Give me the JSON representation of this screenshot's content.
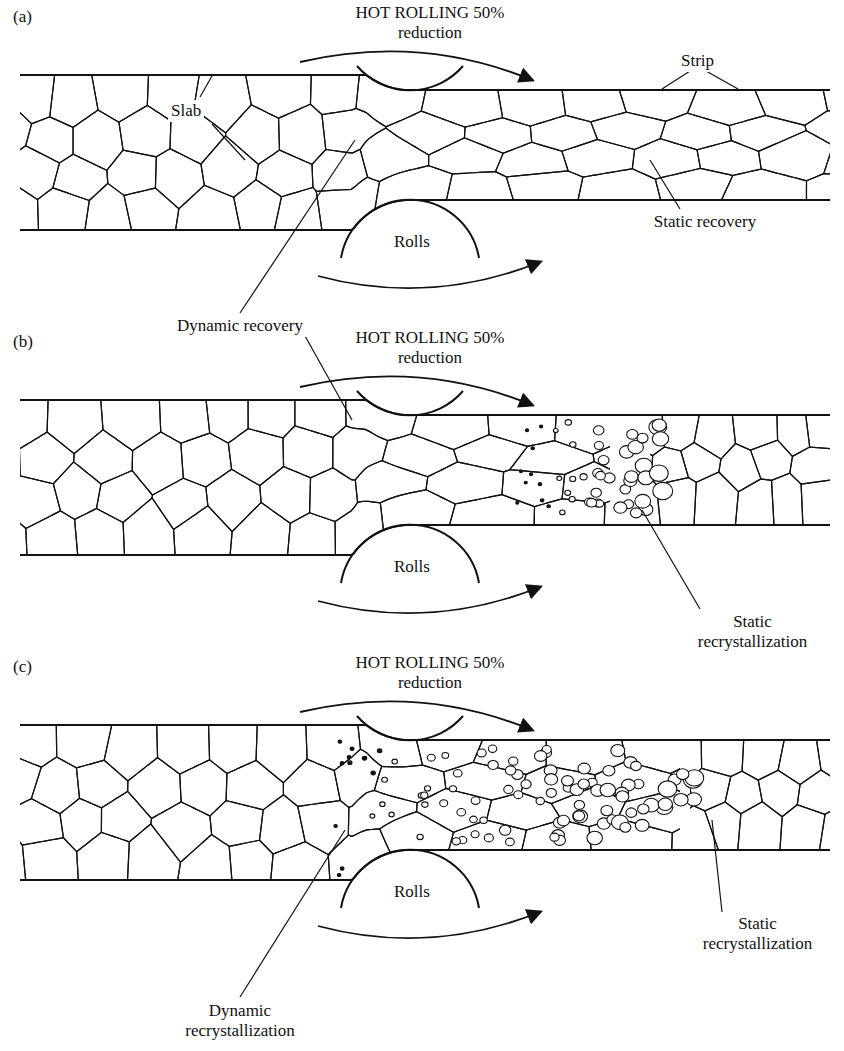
{
  "diagram": {
    "labels": [
      "(a)",
      "HOT ROLLING 50% reduction",
      "Slab",
      "Strip",
      "Rolls",
      "Static recovery",
      "Dynamic recovery",
      "(b)",
      "HOT ROLLING 50% reduction",
      "Rolls",
      "Static recrystallization",
      "(c)",
      "HOT ROLLING 50% reduction",
      "Rolls",
      "Dynamic recrystallization",
      "Static recrystallization"
    ]
  }
}
